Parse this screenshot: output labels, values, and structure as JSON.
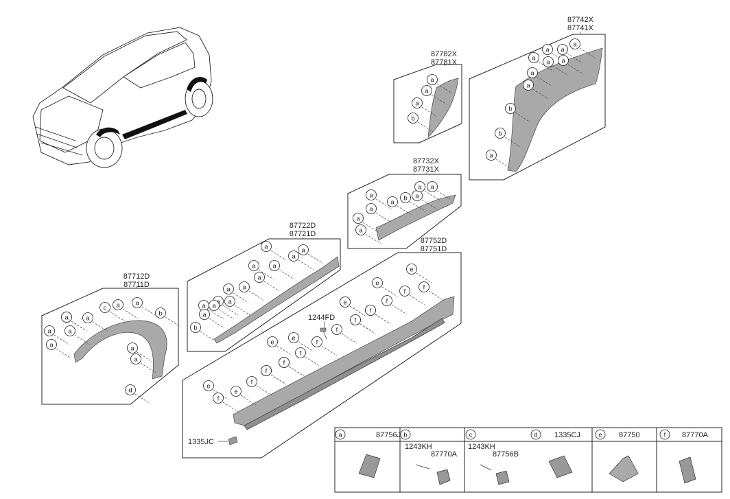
{
  "groups": [
    {
      "id": "g1",
      "top": "87742X",
      "bottom": "87741X"
    },
    {
      "id": "g2",
      "top": "87782X",
      "bottom": "87781X"
    },
    {
      "id": "g3",
      "top": "87732X",
      "bottom": "87731X"
    },
    {
      "id": "g4",
      "top": "87722D",
      "bottom": "87721D"
    },
    {
      "id": "g5",
      "top": "87752D",
      "bottom": "87751D"
    },
    {
      "id": "g6",
      "top": "87712D",
      "bottom": "87711D"
    }
  ],
  "callouts": {
    "g1": [
      "a",
      "a",
      "a",
      "a",
      "a",
      "a",
      "a",
      "a",
      "b",
      "b",
      "a"
    ],
    "g2": [
      "a",
      "a",
      "a",
      "b"
    ],
    "g3": [
      "a",
      "a",
      "b",
      "a",
      "a",
      "a",
      "a",
      "a",
      "a"
    ],
    "g4": [
      "a",
      "a",
      "a",
      "a",
      "a",
      "a",
      "a",
      "a",
      "a",
      "a",
      "a",
      "a",
      "a",
      "b"
    ],
    "g5": [
      "e",
      "f",
      "e",
      "f",
      "f",
      "e",
      "f",
      "f",
      "e",
      "f",
      "e",
      "f",
      "f",
      "e",
      "f",
      "e",
      "f",
      "f",
      "e",
      "f",
      "f",
      "e",
      "f",
      "f"
    ],
    "g6": [
      "c",
      "a",
      "a",
      "b",
      "a",
      "a",
      "a",
      "a",
      "a",
      "a",
      "a",
      "a",
      "d"
    ]
  },
  "extra_labels": {
    "screw": "1244FD",
    "clip": "1335JC"
  },
  "legend": [
    {
      "letter": "a",
      "parts": [
        "87756J"
      ]
    },
    {
      "letter": "b",
      "parts": [
        "1243KH",
        "87770A"
      ]
    },
    {
      "letter": "c",
      "parts": [
        "1243KH",
        "87756B"
      ]
    },
    {
      "letter": "d",
      "parts": [
        "1335CJ"
      ]
    },
    {
      "letter": "e",
      "parts": [
        "87750"
      ]
    },
    {
      "letter": "f",
      "parts": [
        "87770A"
      ]
    }
  ]
}
